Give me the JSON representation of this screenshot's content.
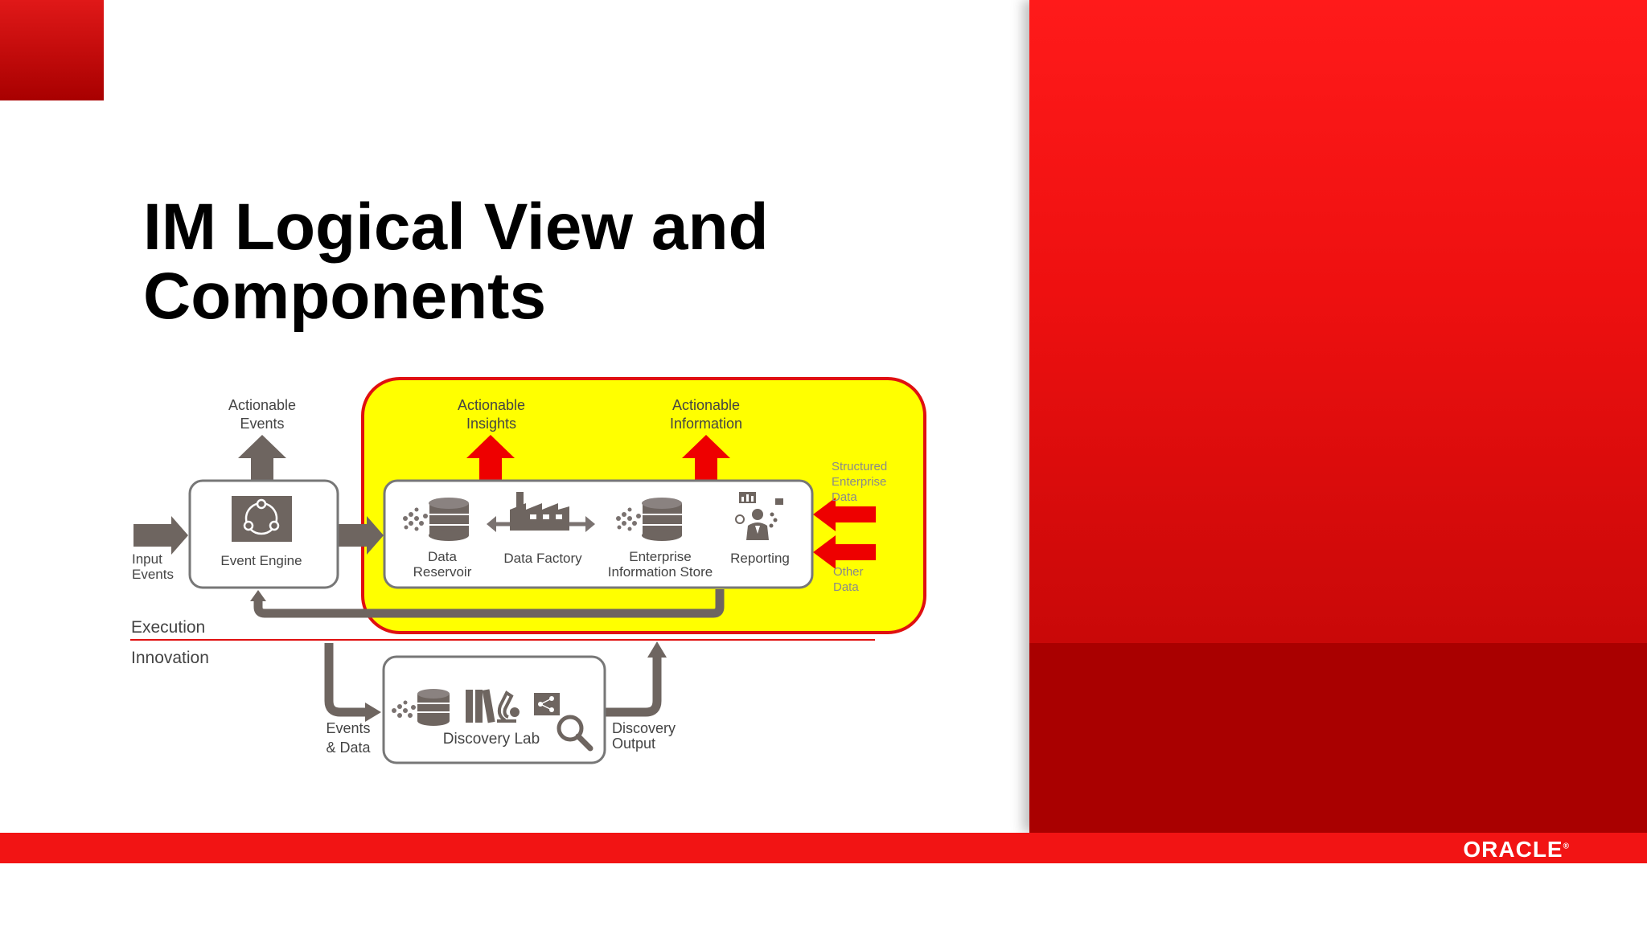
{
  "slide": {
    "title_line1": "IM Logical View and",
    "title_line2": "Components",
    "logo_text": "ORACLE",
    "logo_mark": "®"
  },
  "diagram": {
    "actionable_events": [
      "Actionable",
      "Events"
    ],
    "actionable_insights": [
      "Actionable",
      "Insights"
    ],
    "actionable_information": [
      "Actionable",
      "Information"
    ],
    "input_events": [
      "Input",
      "Events"
    ],
    "event_engine": "Event Engine",
    "data_reservoir": [
      "Data",
      "Reservoir"
    ],
    "data_factory": "Data Factory",
    "enterprise_information_store": [
      "Enterprise",
      "Information Store"
    ],
    "reporting": "Reporting",
    "structured_enterprise_data": [
      "Structured",
      "Enterprise",
      "Data"
    ],
    "other_data": [
      "Other",
      "Data"
    ],
    "execution": "Execution",
    "innovation": "Innovation",
    "events_and_data": [
      "Events",
      "& Data"
    ],
    "discovery_lab": "Discovery Lab",
    "discovery_output": [
      "Discovery",
      "Output"
    ]
  },
  "colors": {
    "accent_red": "#e01010",
    "highlight_yellow": "#ffff00",
    "arrow_gray": "#6e6560",
    "dark_red": "#a80000"
  }
}
